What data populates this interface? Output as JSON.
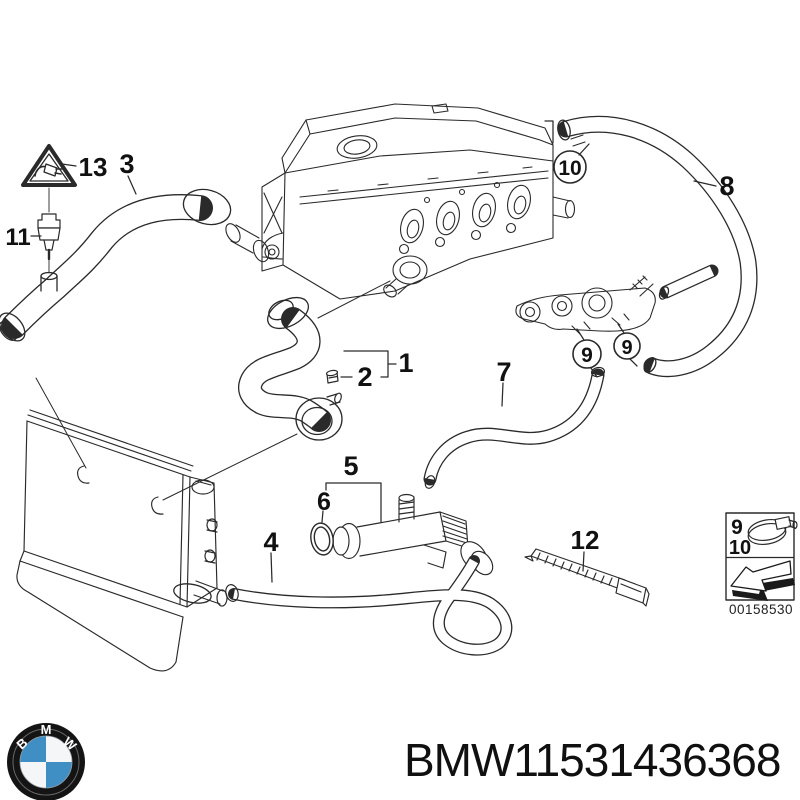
{
  "diagram": {
    "callouts": {
      "c1": "1",
      "c2": "2",
      "c3": "3",
      "c4": "4",
      "c5": "5",
      "c6": "6",
      "c7": "7",
      "c8": "8",
      "c9a": "9",
      "c9b": "9",
      "c10": "10",
      "c11": "11",
      "c12": "12",
      "c13": "13"
    },
    "legend": {
      "clamp_small_ref": "9",
      "clamp_large_ref": "10",
      "diagram_code": "00158530"
    },
    "colors": {
      "line": "#2a2a2a",
      "bmw_blue": "#3f8fc5"
    }
  },
  "footer": {
    "brand": "BMW",
    "part_number": "11531436368",
    "logo": {
      "b": "B",
      "m": "M",
      "w": "W"
    }
  }
}
